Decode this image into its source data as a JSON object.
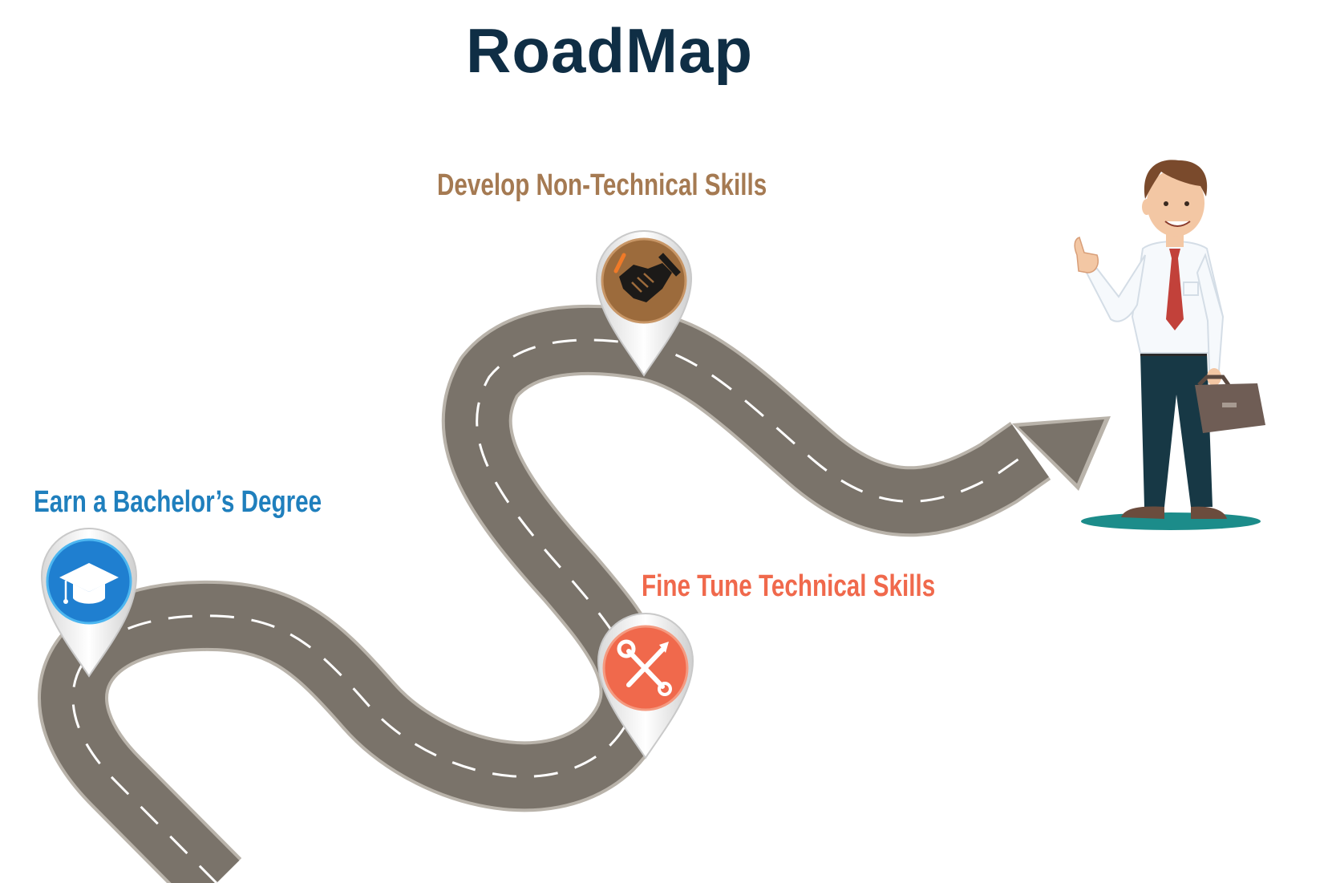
{
  "title": "RoadMap",
  "steps": [
    {
      "label": "Earn a Bachelor’s Degree",
      "icon": "graduation-cap-icon",
      "color": "#1f7fbd"
    },
    {
      "label": "Fine Tune Technical Skills",
      "icon": "wrench-screwdriver-icon",
      "color": "#f0694c"
    },
    {
      "label": "Develop Non-Technical  Skills",
      "icon": "handshake-icon",
      "color": "#a57a52"
    }
  ],
  "colors": {
    "title": "#0f2e45",
    "road": "#7a736a",
    "road_edge": "#b9b3aa",
    "lane_marking": "#ffffff",
    "ground_shadow": "#1c8c8a"
  }
}
